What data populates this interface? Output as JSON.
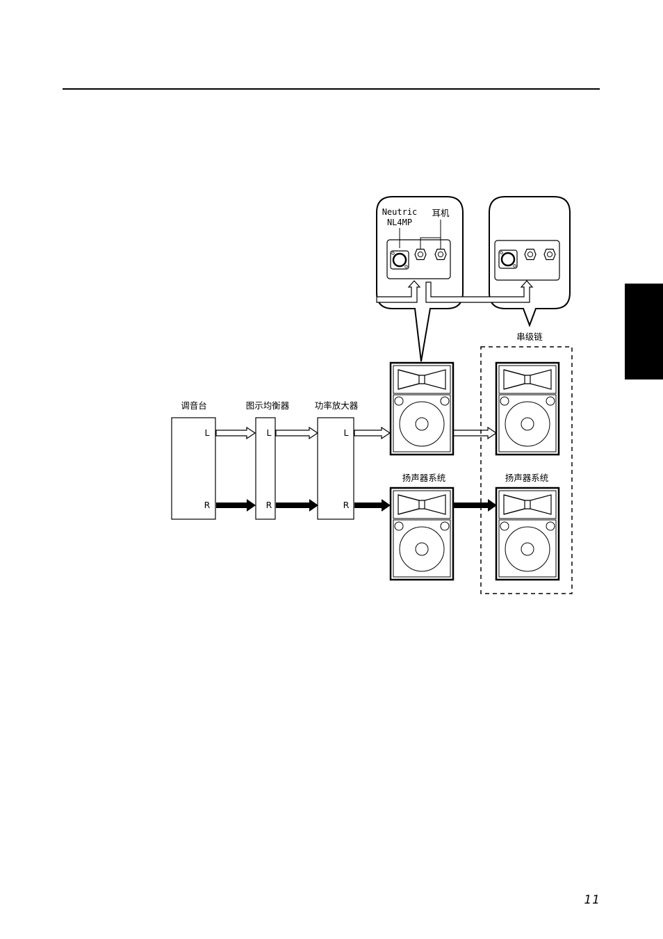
{
  "page": {
    "number": "11"
  },
  "diagram": {
    "devices": {
      "mixer": {
        "label": "调音台",
        "l": "L",
        "r": "R"
      },
      "graphic_eq": {
        "label": "图示均衡器",
        "l": "L",
        "r": "R"
      },
      "power_amp": {
        "label": "功率放大器",
        "l": "L",
        "r": "R"
      }
    },
    "speakers": {
      "label_left": "扬声器系统",
      "label_right": "扬声器系统"
    },
    "daisy_chain_label": "串级链",
    "connector_panel": {
      "connector_name": "Neutric",
      "connector_model": "NL4MP",
      "phone_jacks_label": "耳机"
    }
  }
}
